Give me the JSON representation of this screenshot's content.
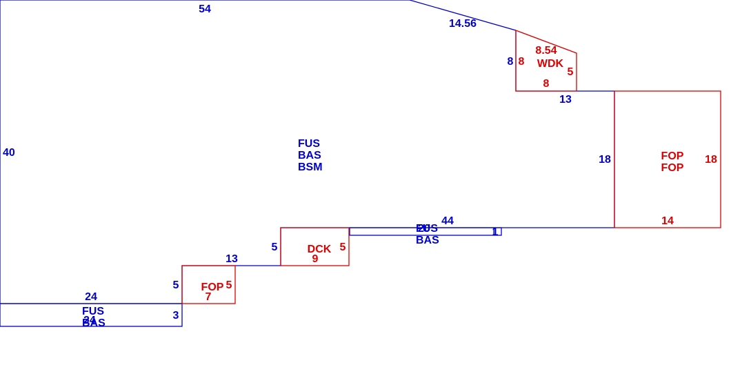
{
  "colors": {
    "structure": "#0000cc",
    "addition": "#dd0000",
    "background": "#ffffff"
  },
  "main_area": {
    "codes": [
      "FUS",
      "BAS",
      "BSM"
    ]
  },
  "main_dims": {
    "top": "54",
    "angled": "14.56",
    "left": "40",
    "right_lower": "44",
    "step_right": "13",
    "front_vertical": "18",
    "step_mid": "13",
    "dck_side": "5",
    "fop_side": "5",
    "bottom": "24",
    "bottom_small": "3",
    "wdk_side": "8",
    "small_notch": "1"
  },
  "wdk": {
    "code": "WDK",
    "dims": {
      "top": "8.54",
      "left": "8",
      "right": "5",
      "bottom": "8"
    }
  },
  "fop_large": {
    "codes": [
      "FOP",
      "FOP"
    ],
    "dims": {
      "side": "18",
      "bottom": "14"
    }
  },
  "dck": {
    "code": "DCK",
    "dims": {
      "side": "5",
      "bottom": "9"
    }
  },
  "fop_small": {
    "code": "FOP",
    "dims": {
      "side": "5",
      "bottom": "7"
    }
  },
  "strip_lower": {
    "codes": [
      "FUS",
      "BAS"
    ],
    "dim": "24"
  },
  "strip_mid": {
    "codes": [
      "FUS",
      "BAS"
    ],
    "dim": "20"
  }
}
